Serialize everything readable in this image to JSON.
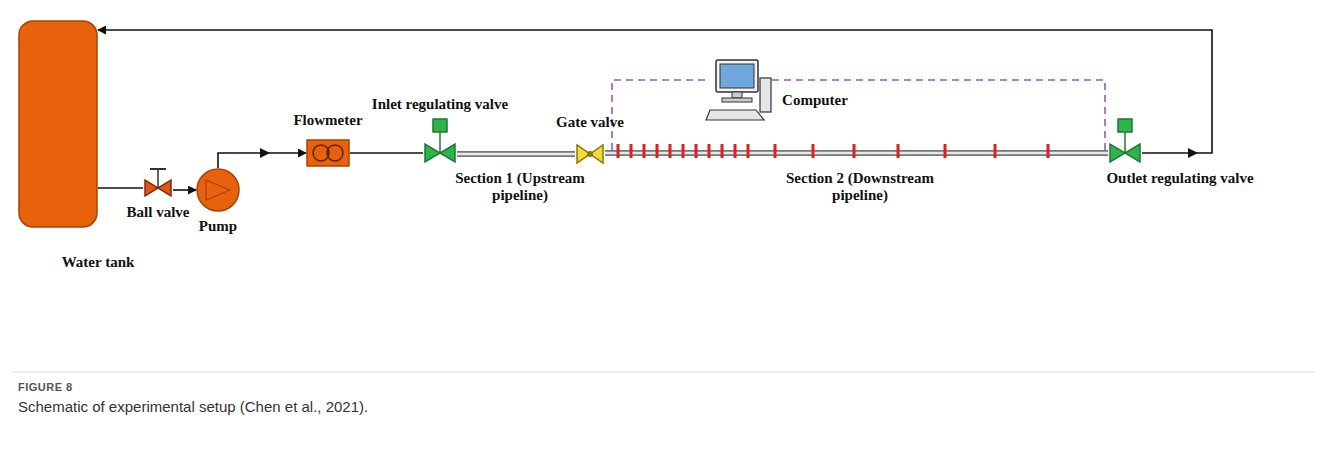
{
  "diagram": {
    "caption": "Schematic of experimental setup (Chen et al., 2021).",
    "nodes": [
      {
        "text": [
          "Water tank"
        ]
      },
      {
        "text": [
          "Ball valve"
        ]
      },
      {
        "text": [
          "Pump"
        ]
      },
      {
        "text": [
          "Flowmeter"
        ]
      },
      {
        "text": [
          "Inlet regulating valve"
        ]
      },
      {
        "text": [
          "Gate valve"
        ]
      },
      {
        "text": [
          "Computer"
        ]
      },
      {
        "text": [
          "Outlet regulating valve"
        ]
      }
    ],
    "edges": [
      {
        "from": 0,
        "to": 1,
        "arrow": "none"
      },
      {
        "from": 1,
        "to": 2,
        "arrow": "to"
      },
      {
        "from": 2,
        "to": 3,
        "arrow": "to"
      },
      {
        "from": 3,
        "to": 4,
        "arrow": "none"
      },
      {
        "from": 4,
        "to": 5,
        "arrow": "none"
      },
      {
        "from": 5,
        "to": 7,
        "arrow": "none"
      },
      {
        "from": 7,
        "to": 0,
        "arrow": "to"
      }
    ],
    "labels": [
      "Section 1 (Upstream pipeline)",
      "Section 2 (Downstream pipeline)",
      "FIGURE 8"
    ]
  }
}
